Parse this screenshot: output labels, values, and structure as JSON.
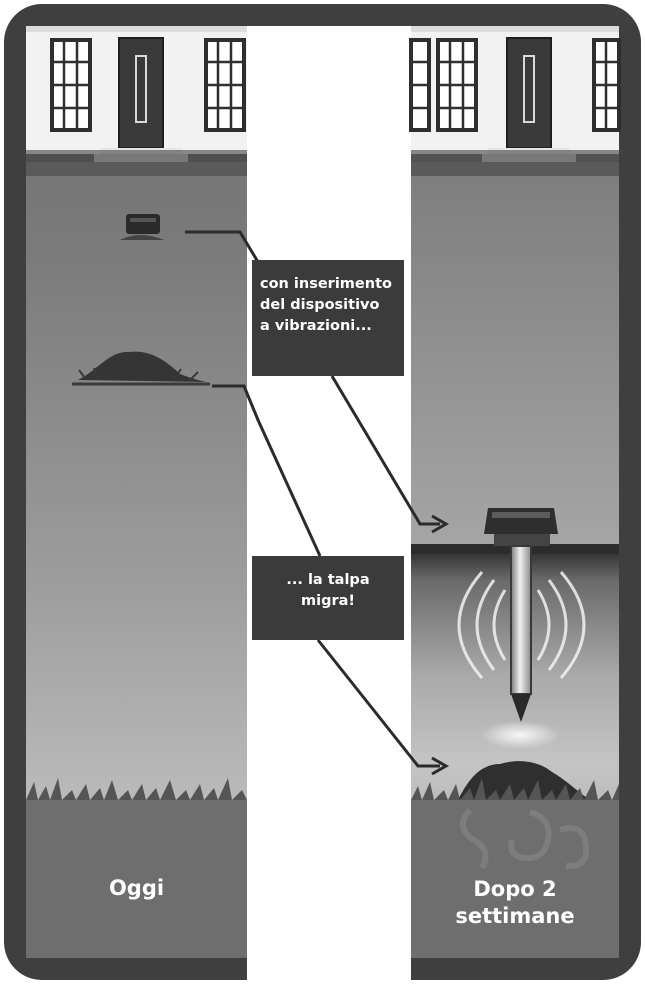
{
  "panels": {
    "left": {
      "label": "Oggi"
    },
    "right": {
      "label_line1": "Dopo 2",
      "label_line2": "settimane"
    }
  },
  "callouts": {
    "top": {
      "line1": "con inserimento",
      "line2": "del dispositivo",
      "line3": "a vibrazioni..."
    },
    "bottom": {
      "line1": "... la talpa",
      "line2": "migra!"
    }
  },
  "colors": {
    "frame": "#3f3f3f",
    "ground": "#6e6e6e",
    "sky": "#9a9a9a",
    "callout": "#3b3b3b",
    "wall": "#f2f2f2",
    "door": "#3a3a3a"
  },
  "icons": [
    "mole-repeller-device-icon",
    "molehill-icon",
    "vibration-waves-icon",
    "arrow-right-icon",
    "grass-icon",
    "tunnel-icon"
  ]
}
